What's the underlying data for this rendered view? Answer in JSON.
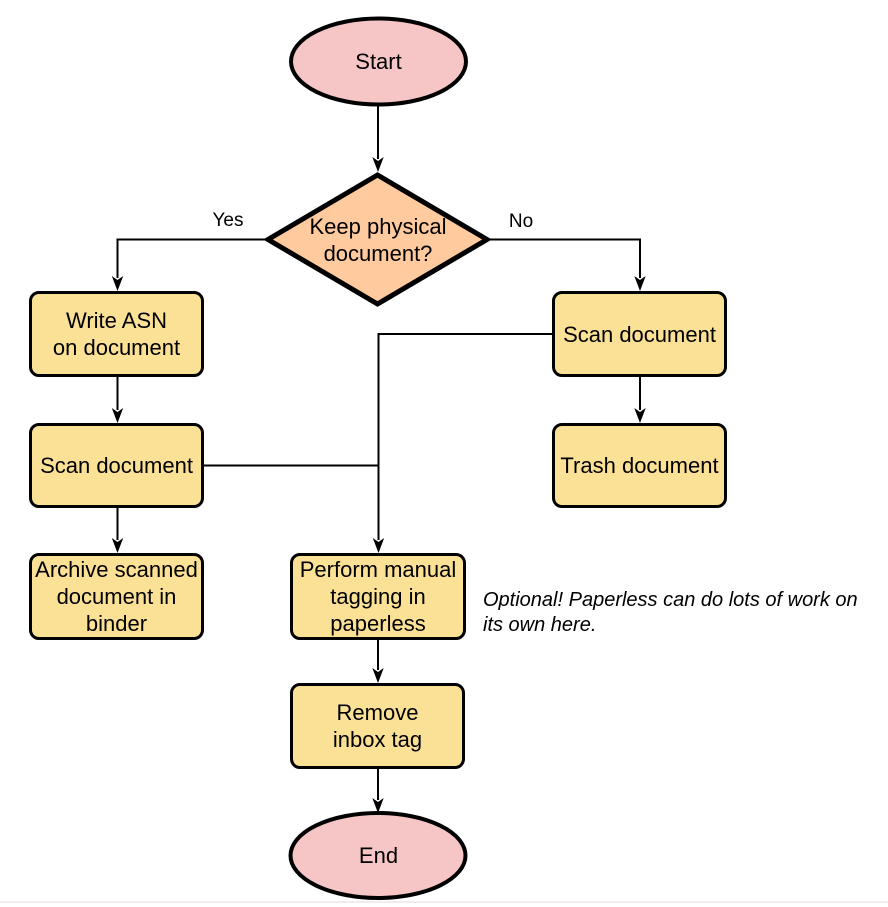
{
  "nodes": {
    "start": {
      "label": "Start",
      "type": "terminal"
    },
    "decision": {
      "label": "Keep physical\ndocument?",
      "type": "decision"
    },
    "write_asn": {
      "label": "Write ASN\non document",
      "type": "process"
    },
    "scan_left": {
      "label": "Scan document",
      "type": "process"
    },
    "archive": {
      "label": "Archive scanned\ndocument in\nbinder",
      "type": "process"
    },
    "scan_right": {
      "label": "Scan document",
      "type": "process"
    },
    "trash": {
      "label": "Trash document",
      "type": "process"
    },
    "tagging": {
      "label": "Perform manual\ntagging in\npaperless",
      "type": "process"
    },
    "remove_inbox": {
      "label": "Remove\ninbox tag",
      "type": "process"
    },
    "end": {
      "label": "End",
      "type": "terminal"
    }
  },
  "edges": {
    "yes_label": "Yes",
    "no_label": "No"
  },
  "note": {
    "text": "Optional! Paperless can do lots of work on\nits own here."
  },
  "colors": {
    "terminal_fill": "#F6C6C6",
    "decision_fill": "#FFCA9D",
    "process_fill": "#FBE196",
    "stroke": "#000000",
    "text": "#000000"
  }
}
